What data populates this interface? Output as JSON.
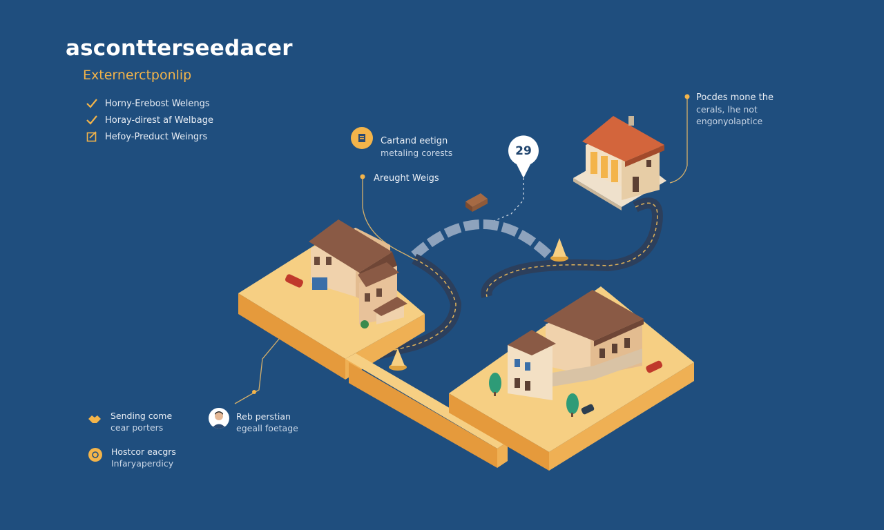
{
  "header": {
    "title": "ascontterseedacer",
    "subtitle": "Externerctponlip"
  },
  "checklist": [
    {
      "label": "Horny-Erebost Welengs",
      "icon": "checkmark-icon"
    },
    {
      "label": "Horay-direst af Welbage",
      "icon": "checkmark-icon"
    },
    {
      "label": "Hefoy-Preduct Weingrs",
      "icon": "edit-checkbox-icon"
    }
  ],
  "callouts": {
    "cartand": {
      "line1": "Cartand eetign",
      "line2": "metaling corests",
      "icon": "document-icon"
    },
    "areught": {
      "label": "Areught Weigs"
    },
    "pin": {
      "value": "29"
    },
    "pocdes": {
      "line1": "Pocdes mone the",
      "line2": "cerals, lhe not",
      "line3": "engonyolaptice"
    }
  },
  "legend": [
    {
      "line1": "Sending come",
      "line2": "cear porters",
      "icon": "handshake-icon"
    },
    {
      "line1": "Reb perstian",
      "line2": "egeall foetage",
      "icon": "person-avatar-icon"
    },
    {
      "line1": "Hostcor eacgrs",
      "line2": "Infaryaperdicy",
      "icon": "coin-icon"
    }
  ],
  "colors": {
    "background": "#1f4e7e",
    "accent": "#f3b44a",
    "platform": "#f6cf83",
    "platform_side": "#e59a3c",
    "roof": "#8a5a45",
    "roof_orange": "#d3653c",
    "wall": "#f0d2ac",
    "road": "#3c4f6b"
  }
}
